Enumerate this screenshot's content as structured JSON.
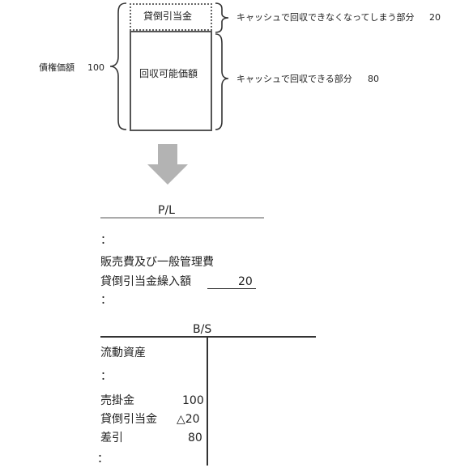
{
  "diagram": {
    "allowance_box": "貸倒引当金",
    "recoverable_box": "回収可能価額",
    "claim_label": "債権価額",
    "claim_value": "100",
    "unrecoverable_text": "キャッシュで回収できなくなってしまう部分",
    "unrecoverable_value": "20",
    "recoverable_text": "キャッシュで回収できる部分",
    "recoverable_value": "80"
  },
  "pl": {
    "title": "P/L",
    "ellipsis_top": "：",
    "category": "販売費及び一般管理費",
    "item_label": "貸倒引当金繰入額",
    "item_value": "20",
    "ellipsis_bottom": "："
  },
  "bs": {
    "title": "B/S",
    "section": "流動資産",
    "ellipsis_top": "：",
    "rows": [
      {
        "label": "売掛金",
        "value": "100"
      },
      {
        "label": "貸倒引当金",
        "value": "△20"
      },
      {
        "label": "差引",
        "value": "80"
      }
    ],
    "ellipsis_bottom": "："
  }
}
